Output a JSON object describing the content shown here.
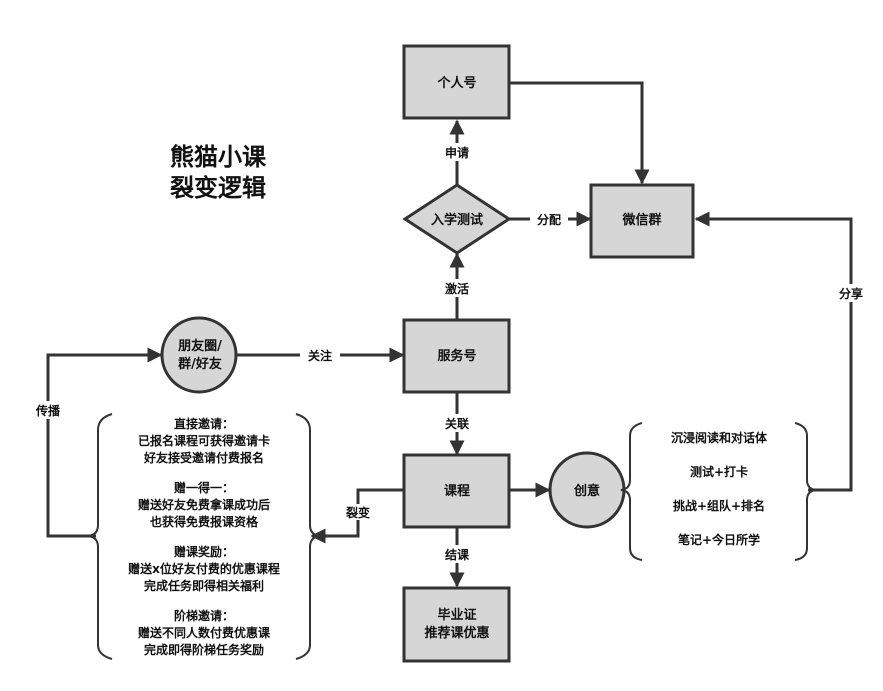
{
  "title": {
    "line1": "熊猫小课",
    "line2": "裂变逻辑"
  },
  "nodes": {
    "personal": "个人号",
    "test": "入学测试",
    "wechat_group": "微信群",
    "moments": {
      "line1": "朋友圈/",
      "line2": "群/好友"
    },
    "service": "服务号",
    "course": "课程",
    "creative": "创意",
    "certificate": {
      "line1": "毕业证",
      "line2": "推荐课优惠"
    }
  },
  "edges": {
    "apply": "申请",
    "assign": "分配",
    "activate": "激活",
    "follow": "关注",
    "link": "关联",
    "graduate": "结课",
    "fission": "裂变",
    "spread": "传播",
    "share": "分享"
  },
  "left_notes": {
    "direct": {
      "title": "直接邀请：",
      "l1": "已报名课程可获得邀请卡",
      "l2": "好友接受邀请付费报名"
    },
    "bogo": {
      "title": "赠一得一：",
      "l1": "赠送好友免费拿课成功后",
      "l2": "也获得免费报课资格"
    },
    "reward": {
      "title": "赠课奖励：",
      "l1": "赠送x位好友付费的优惠课程",
      "l2": "完成任务即得相关福利"
    },
    "ladder": {
      "title": "阶梯邀请：",
      "l1": "赠送不同人数付费优惠课",
      "l2": "完成即得阶梯任务奖励"
    }
  },
  "right_notes": [
    "沉浸阅读和对话体",
    "测试+打卡",
    "挑战+组队+排名",
    "笔记+今日所学"
  ],
  "colors": {
    "node_fill": "#d6d6d6",
    "stroke": "#333333"
  }
}
